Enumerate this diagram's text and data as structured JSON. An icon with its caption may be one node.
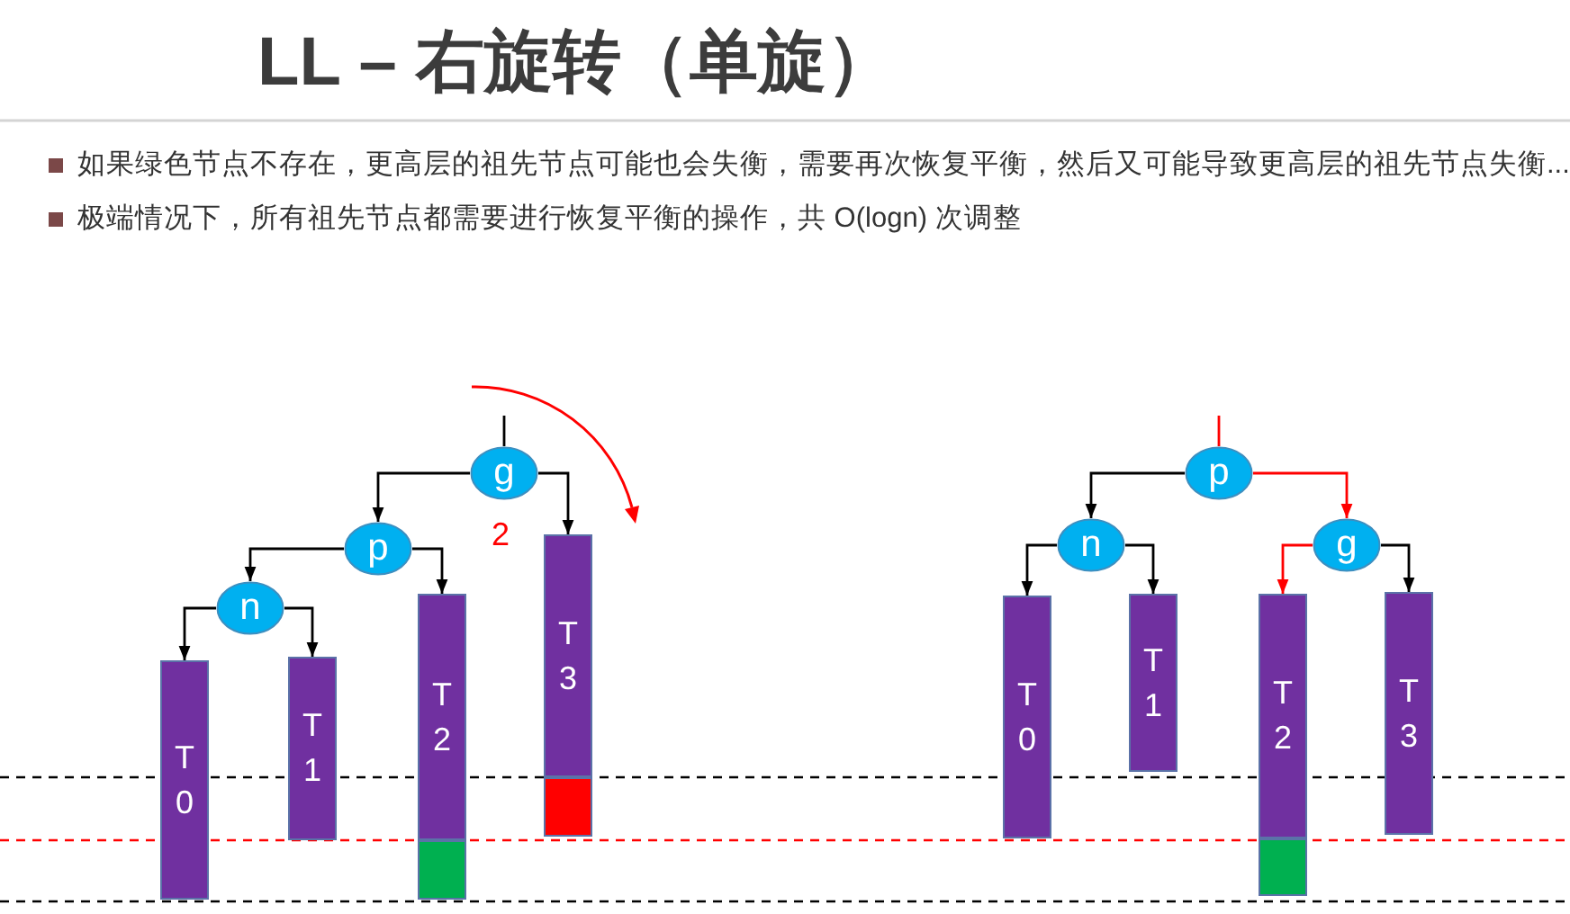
{
  "diagram": {
    "title": "LL – 右旋转（单旋）",
    "nodes": [
      {
        "text": [
          "g"
        ],
        "beside": [
          "2"
        ]
      },
      {
        "text": [
          "p"
        ]
      },
      {
        "text": [
          "n"
        ]
      },
      {
        "text": [
          "T 0"
        ]
      },
      {
        "text": [
          "T 1"
        ]
      },
      {
        "text": [
          "T 2"
        ]
      },
      {
        "text": [],
        "shape": "box"
      },
      {
        "text": [
          "T 3"
        ]
      },
      {
        "text": [],
        "shape": "box"
      },
      {
        "text": [
          "p"
        ]
      },
      {
        "text": [
          "n"
        ]
      },
      {
        "text": [
          "g"
        ]
      },
      {
        "text": [
          "T 0"
        ]
      },
      {
        "text": [
          "T 1"
        ]
      },
      {
        "text": [
          "T 2"
        ]
      },
      {
        "text": [],
        "shape": "box"
      },
      {
        "text": [
          "T 3"
        ]
      }
    ],
    "edges": [
      {
        "from": null,
        "to": 0,
        "arrow": "none"
      },
      {
        "from": 0,
        "to": 1,
        "arrow": "to"
      },
      {
        "from": 0,
        "to": 7,
        "arrow": "to"
      },
      {
        "from": 1,
        "to": 2,
        "arrow": "to"
      },
      {
        "from": 1,
        "to": 5,
        "arrow": "to"
      },
      {
        "from": 2,
        "to": 3,
        "arrow": "to"
      },
      {
        "from": 2,
        "to": 4,
        "arrow": "to"
      },
      {
        "from": null,
        "to": 9,
        "arrow": "none",
        "color": "#ff0000"
      },
      {
        "from": 9,
        "to": 10,
        "arrow": "to"
      },
      {
        "from": 9,
        "to": 11,
        "arrow": "to",
        "color": "#ff0000"
      },
      {
        "from": 10,
        "to": 12,
        "arrow": "to"
      },
      {
        "from": 10,
        "to": 13,
        "arrow": "to"
      },
      {
        "from": 11,
        "to": 14,
        "arrow": "to",
        "color": "#ff0000"
      },
      {
        "from": 11,
        "to": 16,
        "arrow": "to"
      }
    ],
    "labels": [
      "如果绿色节点不存在，更高层的祖先节点可能也会失衡，需要再次恢复平衡，然后又可能导致更高层的祖先节点失衡...",
      "极端情况下，所有祖先节点都需要进行恢复平衡的操作，共 O(logn) 次调整"
    ]
  }
}
